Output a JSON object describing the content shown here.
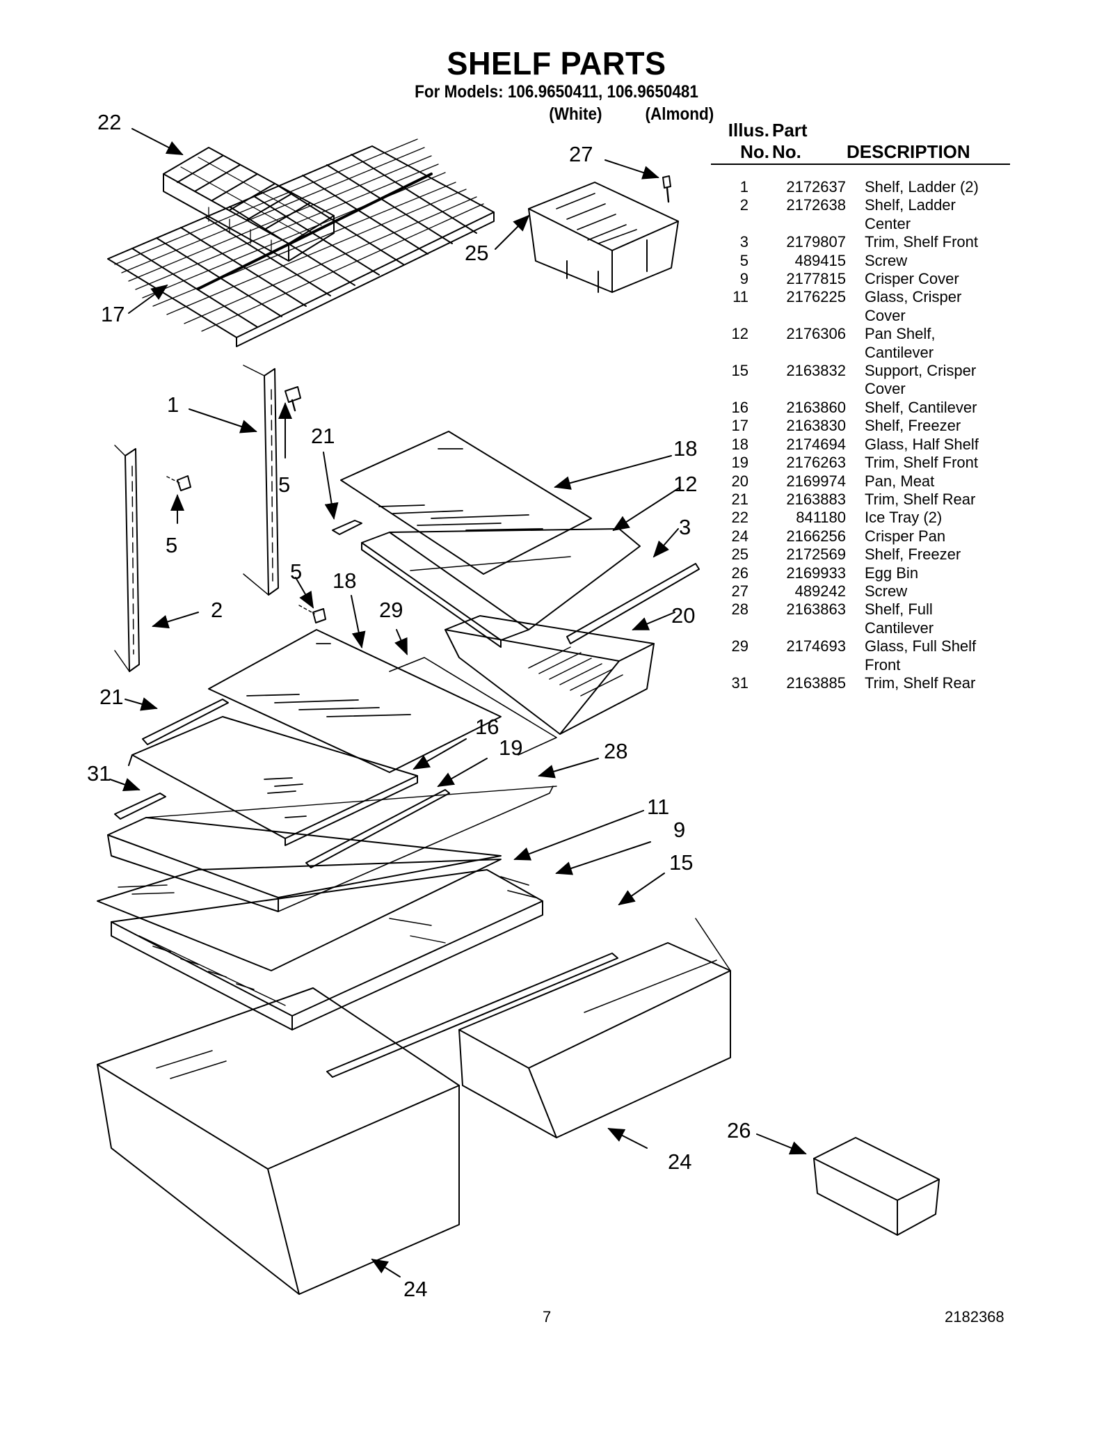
{
  "header": {
    "title": "SHELF PARTS",
    "models": "For Models: 106.9650411, 106.9650481",
    "variant_white": "(White)",
    "variant_almond": "(Almond)"
  },
  "table": {
    "col_illus_line1": "Illus.",
    "col_illus_line2": "No.",
    "col_part_line1": "Part",
    "col_part_line2": "No.",
    "col_description": "DESCRIPTION",
    "rows": [
      {
        "illus": "1",
        "part": "2172637",
        "desc": "Shelf, Ladder (2)"
      },
      {
        "illus": "2",
        "part": "2172638",
        "desc": "Shelf, Ladder",
        "desc2": "Center"
      },
      {
        "illus": "3",
        "part": "2179807",
        "desc": "Trim, Shelf Front"
      },
      {
        "illus": "5",
        "part": "489415",
        "desc": "Screw"
      },
      {
        "illus": "9",
        "part": "2177815",
        "desc": "Crisper Cover"
      },
      {
        "illus": "11",
        "part": "2176225",
        "desc": "Glass, Crisper",
        "desc2": "Cover"
      },
      {
        "illus": "12",
        "part": "2176306",
        "desc": "Pan Shelf,",
        "desc2": "Cantilever"
      },
      {
        "illus": "15",
        "part": "2163832",
        "desc": "Support, Crisper",
        "desc2": "Cover"
      },
      {
        "illus": "16",
        "part": "2163860",
        "desc": "Shelf, Cantilever"
      },
      {
        "illus": "17",
        "part": "2163830",
        "desc": "Shelf, Freezer"
      },
      {
        "illus": "18",
        "part": "2174694",
        "desc": "Glass, Half Shelf"
      },
      {
        "illus": "19",
        "part": "2176263",
        "desc": "Trim, Shelf Front"
      },
      {
        "illus": "20",
        "part": "2169974",
        "desc": "Pan, Meat"
      },
      {
        "illus": "21",
        "part": "2163883",
        "desc": "Trim, Shelf Rear"
      },
      {
        "illus": "22",
        "part": "841180",
        "desc": "Ice Tray (2)"
      },
      {
        "illus": "24",
        "part": "2166256",
        "desc": "Crisper Pan"
      },
      {
        "illus": "25",
        "part": "2172569",
        "desc": "Shelf, Freezer"
      },
      {
        "illus": "26",
        "part": "2169933",
        "desc": "Egg Bin"
      },
      {
        "illus": "27",
        "part": "489242",
        "desc": "Screw"
      },
      {
        "illus": "28",
        "part": "2163863",
        "desc": "Shelf, Full",
        "desc2": "Cantilever"
      },
      {
        "illus": "29",
        "part": "2174693",
        "desc": "Glass, Full Shelf",
        "desc2": "Front"
      },
      {
        "illus": "31",
        "part": "2163885",
        "desc": "Trim, Shelf Rear"
      }
    ]
  },
  "callouts": {
    "c22": "22",
    "c17": "17",
    "c27": "27",
    "c25": "25",
    "c1": "1",
    "c5a": "5",
    "c5b": "5",
    "c21a": "21",
    "c18a": "18",
    "c12": "12",
    "c5c": "5",
    "c3": "3",
    "c18b": "18",
    "c2": "2",
    "c29": "29",
    "c20": "20",
    "c21b": "21",
    "c16": "16",
    "c19": "19",
    "c28": "28",
    "c31": "31",
    "c11": "11",
    "c9": "9",
    "c15": "15",
    "c26": "26",
    "c24a": "24",
    "c24b": "24"
  },
  "footer": {
    "page_number": "7",
    "doc_number": "2182368"
  }
}
